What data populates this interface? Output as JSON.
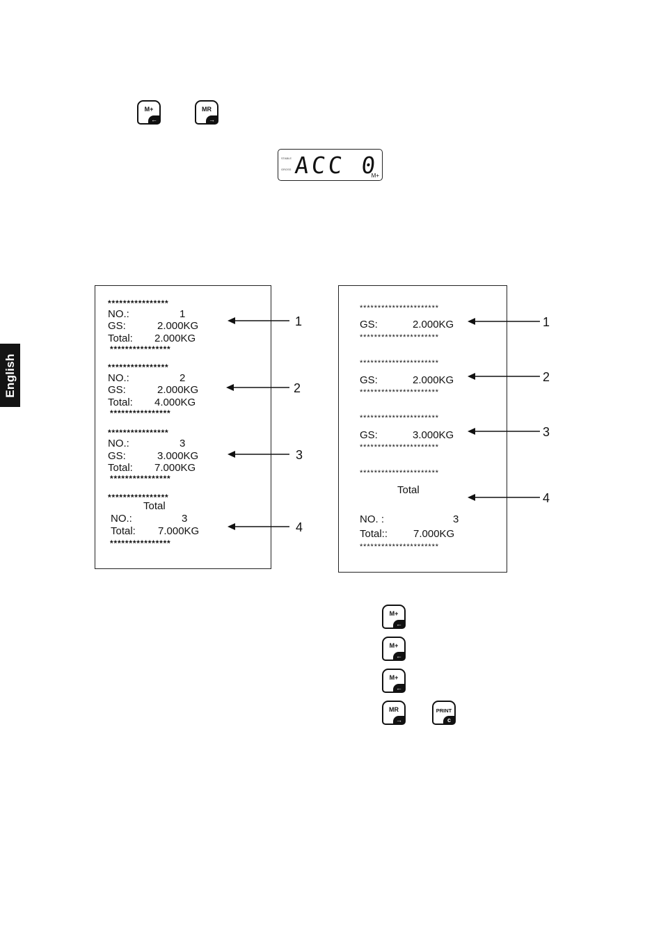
{
  "side_tab": {
    "language": "English"
  },
  "top_keys": [
    {
      "label": "M+",
      "arrow": "←"
    },
    {
      "label": "MR",
      "arrow": "→"
    }
  ],
  "lcd": {
    "text": "ACC 0",
    "indicator_top": "STABLE",
    "indicator_bottom": "GROSS",
    "badge": "M+"
  },
  "receipt_left": {
    "stars": "****************",
    "blocks": [
      {
        "no_label": "NO.:",
        "no_value": "1",
        "gs_label": "GS:",
        "gs_value": "2.000KG",
        "total_label": "Total:",
        "total_value": "2.000KG"
      },
      {
        "no_label": "NO.:",
        "no_value": "2",
        "gs_label": "GS:",
        "gs_value": "2.000KG",
        "total_label": "Total:",
        "total_value": "4.000KG"
      },
      {
        "no_label": "NO.:",
        "no_value": "3",
        "gs_label": "GS:",
        "gs_value": "3.000KG",
        "total_label": "Total:",
        "total_value": "7.000KG"
      }
    ],
    "summary": {
      "heading": "Total",
      "no_label": "NO.:",
      "no_value": "3",
      "total_label": "Total:",
      "total_value": "7.000KG"
    }
  },
  "receipt_right": {
    "stars": "**********************",
    "blocks": [
      {
        "gs_label": "GS:",
        "gs_value": "2.000KG"
      },
      {
        "gs_label": "GS:",
        "gs_value": "2.000KG"
      },
      {
        "gs_label": "GS:",
        "gs_value": "3.000KG"
      }
    ],
    "summary": {
      "heading": "Total",
      "no_label": "NO. :",
      "no_value": "3",
      "total_label": "Total::",
      "total_value": "7.000KG"
    }
  },
  "callouts": [
    "1",
    "2",
    "3",
    "4"
  ],
  "step_keys": [
    {
      "label": "M+",
      "arrow": "←"
    },
    {
      "label": "M+",
      "arrow": "←"
    },
    {
      "label": "M+",
      "arrow": "←"
    },
    {
      "label": "MR",
      "arrow": "→"
    },
    {
      "label": "PRINT",
      "arrow": "c"
    }
  ]
}
